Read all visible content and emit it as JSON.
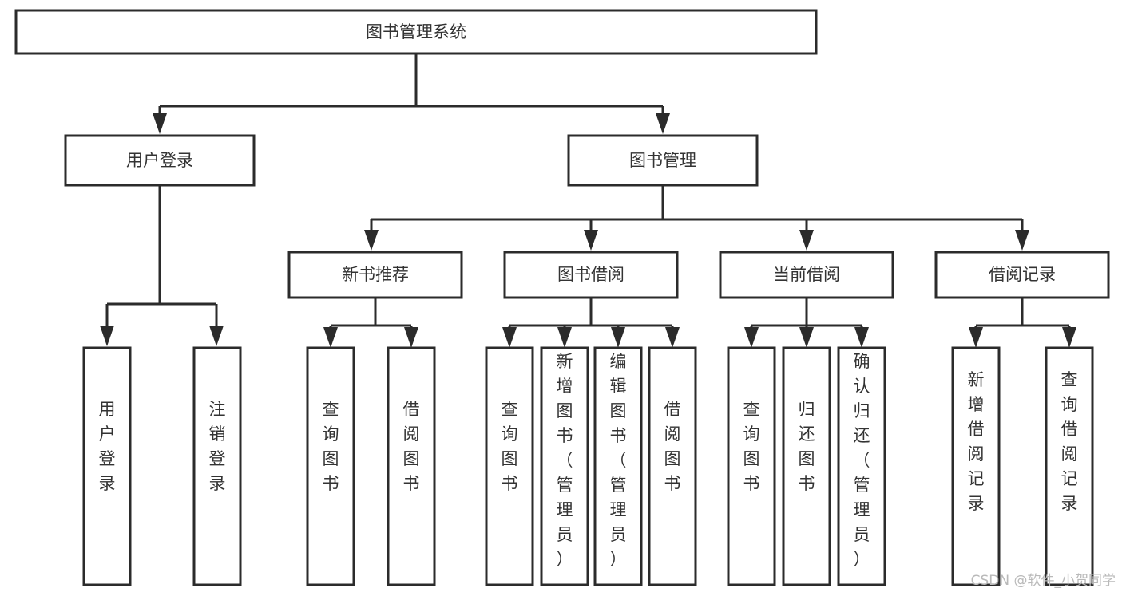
{
  "diagram": {
    "type": "tree-hierarchy-chart",
    "title_node": "图书管理系统",
    "colors": {
      "box_stroke": "#2b2b2b",
      "box_fill": "#ffffff",
      "text": "#333333",
      "connector": "#2b2b2b",
      "watermark": "#b9b9b9",
      "background": "#ffffff"
    },
    "levels": {
      "root": {
        "label": "图书管理系统"
      },
      "level2": [
        {
          "id": "user-login",
          "label": "用户登录"
        },
        {
          "id": "book-management",
          "label": "图书管理"
        }
      ],
      "level3": [
        {
          "id": "new-book-recommend",
          "label": "新书推荐",
          "parent": "book-management"
        },
        {
          "id": "book-borrow",
          "label": "图书借阅",
          "parent": "book-management"
        },
        {
          "id": "current-borrow",
          "label": "当前借阅",
          "parent": "book-management"
        },
        {
          "id": "borrow-record",
          "label": "借阅记录",
          "parent": "book-management"
        }
      ],
      "leaves": [
        {
          "id": "leaf-user-login",
          "label": "用户登录",
          "parent": "user-login"
        },
        {
          "id": "leaf-logout-login",
          "label": "注销登录",
          "parent": "user-login"
        },
        {
          "id": "leaf-query-book-1",
          "label": "查询图书",
          "parent": "new-book-recommend"
        },
        {
          "id": "leaf-borrow-book-1",
          "label": "借阅图书",
          "parent": "new-book-recommend"
        },
        {
          "id": "leaf-query-book-2",
          "label": "查询图书",
          "parent": "book-borrow"
        },
        {
          "id": "leaf-add-book",
          "label": "新增图书（管理员）",
          "parent": "book-borrow"
        },
        {
          "id": "leaf-edit-book",
          "label": "编辑图书（管理员）",
          "parent": "book-borrow"
        },
        {
          "id": "leaf-borrow-book-2",
          "label": "借阅图书",
          "parent": "book-borrow"
        },
        {
          "id": "leaf-query-book-3",
          "label": "查询图书",
          "parent": "current-borrow"
        },
        {
          "id": "leaf-return-book",
          "label": "归还图书",
          "parent": "current-borrow"
        },
        {
          "id": "leaf-confirm-return",
          "label": "确认归还（管理员）",
          "parent": "current-borrow"
        },
        {
          "id": "leaf-add-record",
          "label": "新增借阅记录",
          "parent": "borrow-record"
        },
        {
          "id": "leaf-query-record",
          "label": "查询借阅记录",
          "parent": "borrow-record"
        }
      ]
    }
  },
  "watermark": {
    "text": "CSDN @软件_小贺同学"
  }
}
